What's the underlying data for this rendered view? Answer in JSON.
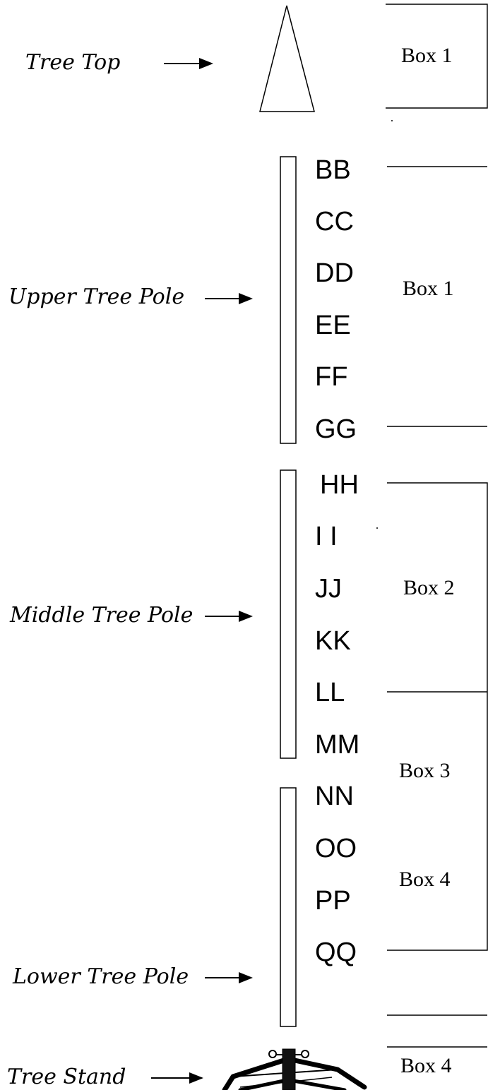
{
  "parts": [
    {
      "id": "tree-top",
      "label": "Tree Top"
    },
    {
      "id": "upper-tree-pole",
      "label": "Upper Tree Pole"
    },
    {
      "id": "middle-tree-pole",
      "label": "Middle Tree Pole"
    },
    {
      "id": "lower-tree-pole",
      "label": "Lower Tree Pole"
    },
    {
      "id": "tree-stand",
      "label": "Tree Stand"
    }
  ],
  "rows": [
    "BB",
    "CC",
    "DD",
    "EE",
    "FF",
    "GG",
    "HH",
    "I I",
    "JJ",
    "KK",
    "LL",
    "MM",
    "NN",
    "OO",
    "PP",
    "QQ"
  ],
  "boxes": [
    "Box 1",
    "Box 1",
    "Box 2",
    "Box 3",
    "Box 4",
    "Box 4"
  ]
}
